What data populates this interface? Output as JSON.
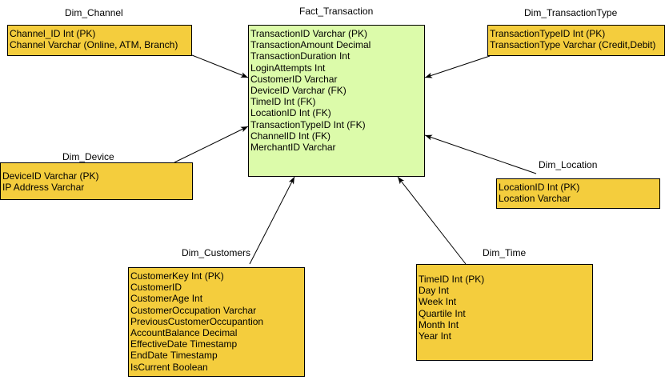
{
  "colors": {
    "dimension_fill": "#f4cd3d",
    "fact_fill": "#dcfbaa",
    "stroke": "#000000",
    "background": "#ffffff"
  },
  "tables": {
    "fact": {
      "title": "Fact_Transaction",
      "fields": [
        "TransactionID Varchar (PK)",
        "TransactionAmount Decimal",
        "TransactionDuration Int",
        "LoginAttempts Int",
        "CustomerID Varchar",
        "DeviceID Varchar (FK)",
        "TimeID Int (FK)",
        "LocationID Int (FK)",
        "TransactionTypeID Int (FK)",
        "ChannelID Int (FK)",
        "MerchantID Varchar"
      ]
    },
    "channel": {
      "title": "Dim_Channel",
      "fields": [
        "Channel_ID Int (PK)",
        "Channel Varchar (Online, ATM, Branch)"
      ]
    },
    "transaction_type": {
      "title": "Dim_TransactionType",
      "fields": [
        "TransactionTypeID Int (PK)",
        "TransactionType Varchar (Credit,Debit)"
      ]
    },
    "device": {
      "title": "Dim_Device",
      "fields": [
        "DeviceID Varchar (PK)",
        "IP Address Varchar"
      ]
    },
    "location": {
      "title": "Dim_Location",
      "fields": [
        "LocationID Int (PK)",
        "Location Varchar"
      ]
    },
    "customers": {
      "title": "Dim_Customers",
      "fields": [
        "CustomerKey Int (PK)",
        "CustomerID",
        "CustomerAge Int",
        "CustomerOccupation Varchar",
        "PreviousCustomerOccupantion",
        "AccountBalance Decimal",
        "EffectiveDate Timestamp",
        "EndDate Timestamp",
        "IsCurrent Boolean"
      ]
    },
    "time": {
      "title": "Dim_Time",
      "fields": [
        "TimeID Int (PK)",
        "Day Int",
        "Week Int",
        "Quartile Int",
        "Month Int",
        "Year Int"
      ]
    }
  },
  "relationships": [
    {
      "from": "channel",
      "to": "fact"
    },
    {
      "from": "transaction_type",
      "to": "fact"
    },
    {
      "from": "device",
      "to": "fact"
    },
    {
      "from": "location",
      "to": "fact"
    },
    {
      "from": "customers",
      "to": "fact"
    },
    {
      "from": "time",
      "to": "fact"
    }
  ]
}
